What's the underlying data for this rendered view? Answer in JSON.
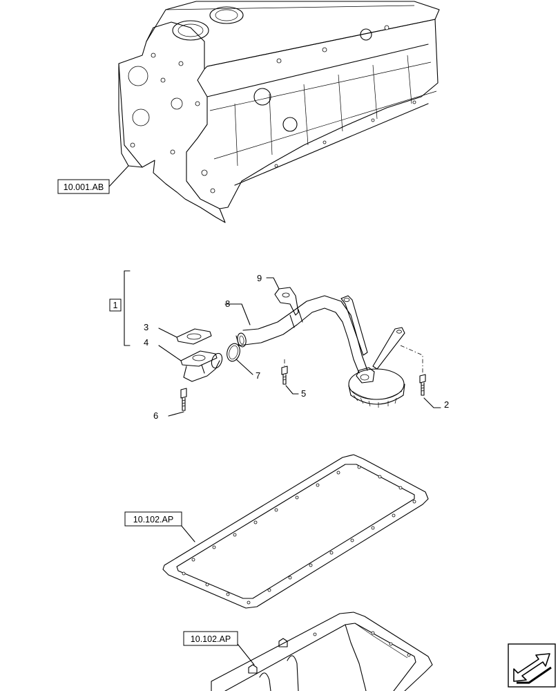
{
  "references": {
    "engine_block": "10.001.AB",
    "oil_pan_gasket": "10.102.AP",
    "oil_pan": "10.102.AP"
  },
  "group": {
    "label": "1"
  },
  "callouts": {
    "c2": "2",
    "c3": "3",
    "c4": "4",
    "c5": "5",
    "c6": "6",
    "c7": "7",
    "c8": "8",
    "c9": "9"
  },
  "icons": {
    "navigation": "arrow-exit-icon"
  }
}
